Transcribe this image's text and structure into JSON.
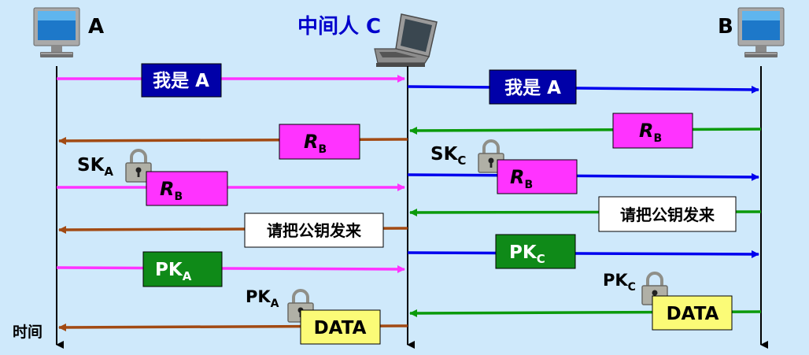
{
  "colors": {
    "background": "#cfe9fb",
    "magenta": "#ff33ff",
    "blue": "#0000ee",
    "brown": "#a24a13",
    "green": "#0b9a0b",
    "navy_box": "#0000a8",
    "green_box": "#0f8a18",
    "yellow_box": "#fbfb77",
    "lock": "#b0b0a6"
  },
  "parties": {
    "a": "A",
    "b": "B",
    "c": "中间人 C"
  },
  "time_label": "时间",
  "messages": {
    "iam_a": "我是 A",
    "r_main": "R",
    "r_sub": "B",
    "request_pk": "请把公钥发来",
    "pk_main": "PK",
    "pk_a_sub": "A",
    "pk_c_sub": "C",
    "data": "DATA"
  },
  "keys": {
    "sk_main": "SK",
    "sk_a_sub": "A",
    "sk_c_sub": "C",
    "pk_main": "PK",
    "pk_a_sub": "A",
    "pk_c_sub": "C"
  },
  "icons": [
    "monitor-icon",
    "laptop-icon",
    "padlock-icon"
  ]
}
